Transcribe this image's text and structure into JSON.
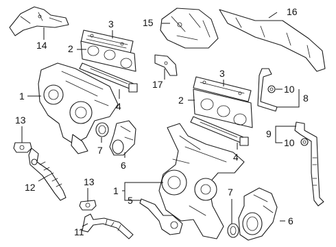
{
  "diagram": {
    "callouts": [
      {
        "id": "c14",
        "label": "14"
      },
      {
        "id": "c3a",
        "label": "3"
      },
      {
        "id": "c2a",
        "label": "2"
      },
      {
        "id": "c15",
        "label": "15"
      },
      {
        "id": "c16",
        "label": "16"
      },
      {
        "id": "c1a",
        "label": "1"
      },
      {
        "id": "c4a",
        "label": "4"
      },
      {
        "id": "c17",
        "label": "17"
      },
      {
        "id": "c3b",
        "label": "3"
      },
      {
        "id": "c2b",
        "label": "2"
      },
      {
        "id": "c10a",
        "label": "10"
      },
      {
        "id": "c8",
        "label": "8"
      },
      {
        "id": "c13a",
        "label": "13"
      },
      {
        "id": "c7a",
        "label": "7"
      },
      {
        "id": "c6a",
        "label": "6"
      },
      {
        "id": "c4b",
        "label": "4"
      },
      {
        "id": "c9",
        "label": "9"
      },
      {
        "id": "c10b",
        "label": "10"
      },
      {
        "id": "c12",
        "label": "12"
      },
      {
        "id": "c13b",
        "label": "13"
      },
      {
        "id": "c1b",
        "label": "1"
      },
      {
        "id": "c5",
        "label": "5"
      },
      {
        "id": "c7b",
        "label": "7"
      },
      {
        "id": "c11",
        "label": "11"
      },
      {
        "id": "c6b",
        "label": "6"
      }
    ]
  }
}
